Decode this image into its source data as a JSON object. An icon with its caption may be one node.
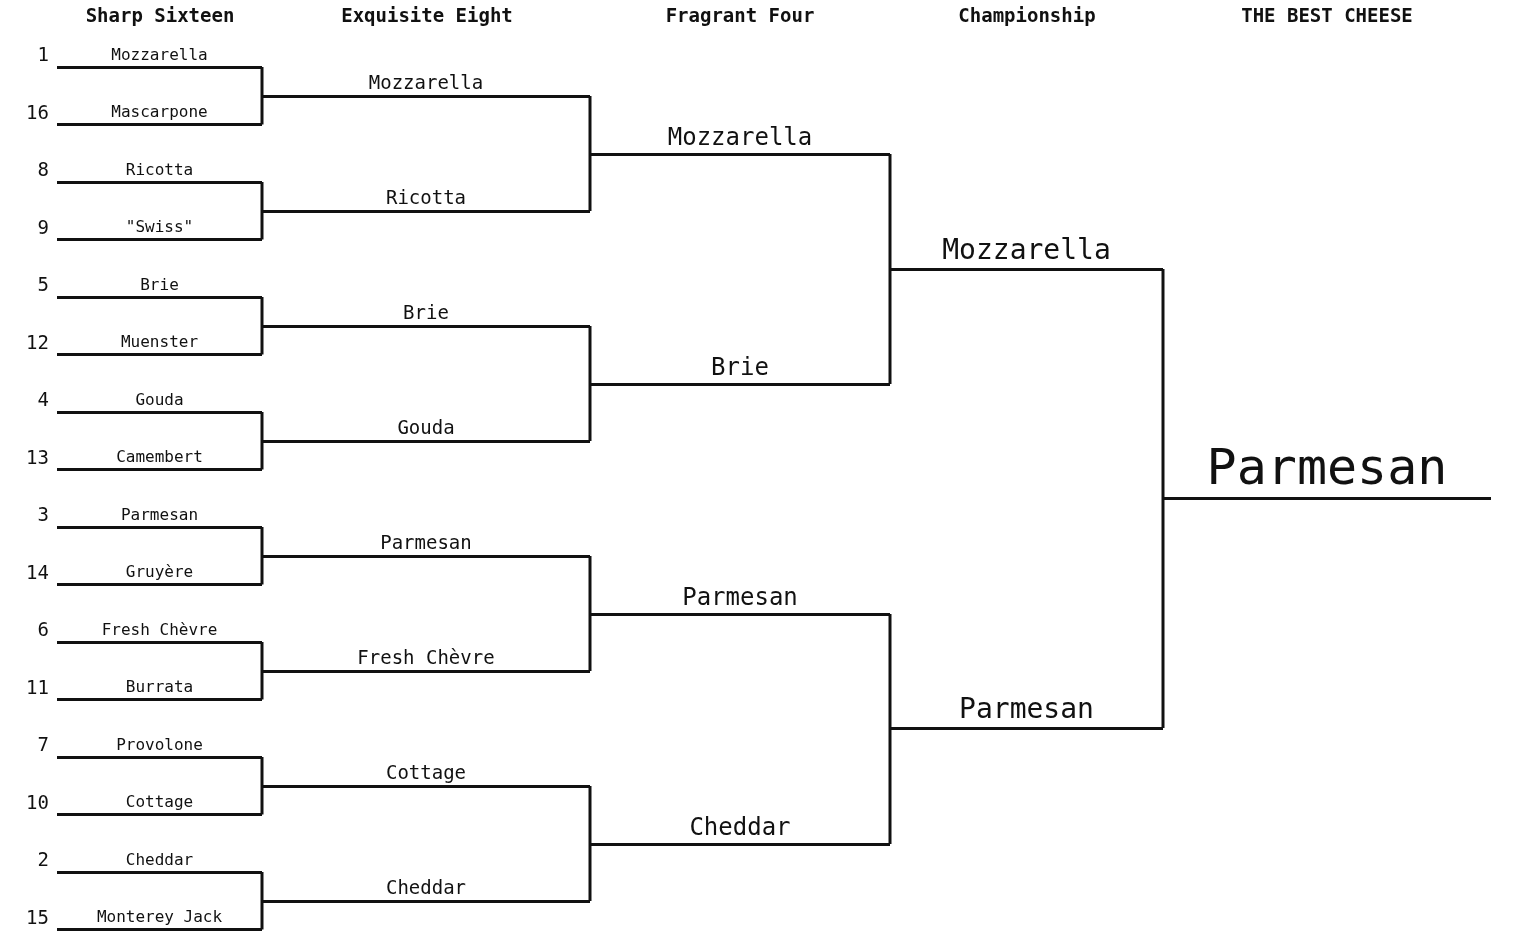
{
  "diagram": {
    "nodes": [
      {
        "text": [
          "Mozzarella"
        ],
        "beside": [
          "1"
        ]
      },
      {
        "text": [
          "Mascarpone"
        ],
        "beside": [
          "16"
        ]
      },
      {
        "text": [
          "Ricotta"
        ],
        "beside": [
          "8"
        ]
      },
      {
        "text": [
          "\"Swiss\""
        ],
        "beside": [
          "9"
        ]
      },
      {
        "text": [
          "Brie"
        ],
        "beside": [
          "5"
        ]
      },
      {
        "text": [
          "Muenster"
        ],
        "beside": [
          "12"
        ]
      },
      {
        "text": [
          "Gouda"
        ],
        "beside": [
          "4"
        ]
      },
      {
        "text": [
          "Camembert"
        ],
        "beside": [
          "13"
        ]
      },
      {
        "text": [
          "Parmesan"
        ],
        "beside": [
          "3"
        ]
      },
      {
        "text": [
          "Gruyère"
        ],
        "beside": [
          "14"
        ]
      },
      {
        "text": [
          "Fresh Chèvre"
        ],
        "beside": [
          "6"
        ]
      },
      {
        "text": [
          "Burrata"
        ],
        "beside": [
          "11"
        ]
      },
      {
        "text": [
          "Provolone"
        ],
        "beside": [
          "7"
        ]
      },
      {
        "text": [
          "Cottage"
        ],
        "beside": [
          "10"
        ]
      },
      {
        "text": [
          "Cheddar"
        ],
        "beside": [
          "2"
        ]
      },
      {
        "text": [
          "Monterey Jack"
        ],
        "beside": [
          "15"
        ]
      },
      {
        "text": [
          "Mozzarella"
        ]
      },
      {
        "text": [
          "Ricotta"
        ]
      },
      {
        "text": [
          "Brie"
        ]
      },
      {
        "text": [
          "Gouda"
        ]
      },
      {
        "text": [
          "Parmesan"
        ]
      },
      {
        "text": [
          "Fresh Chèvre"
        ]
      },
      {
        "text": [
          "Cottage"
        ]
      },
      {
        "text": [
          "Cheddar"
        ]
      },
      {
        "text": [
          "Mozzarella"
        ]
      },
      {
        "text": [
          "Brie"
        ]
      },
      {
        "text": [
          "Parmesan"
        ]
      },
      {
        "text": [
          "Cheddar"
        ]
      },
      {
        "text": [
          "Mozzarella"
        ]
      },
      {
        "text": [
          "Parmesan"
        ]
      },
      {
        "text": [
          "Parmesan"
        ]
      }
    ],
    "edges": [
      {
        "from": 0,
        "to": 16,
        "arrow": "none"
      },
      {
        "from": 1,
        "to": 16,
        "arrow": "none"
      },
      {
        "from": 2,
        "to": 17,
        "arrow": "none"
      },
      {
        "from": 3,
        "to": 17,
        "arrow": "none"
      },
      {
        "from": 4,
        "to": 18,
        "arrow": "none"
      },
      {
        "from": 5,
        "to": 18,
        "arrow": "none"
      },
      {
        "from": 6,
        "to": 19,
        "arrow": "none"
      },
      {
        "from": 7,
        "to": 19,
        "arrow": "none"
      },
      {
        "from": 8,
        "to": 20,
        "arrow": "none"
      },
      {
        "from": 9,
        "to": 20,
        "arrow": "none"
      },
      {
        "from": 10,
        "to": 21,
        "arrow": "none"
      },
      {
        "from": 11,
        "to": 21,
        "arrow": "none"
      },
      {
        "from": 12,
        "to": 22,
        "arrow": "none"
      },
      {
        "from": 13,
        "to": 22,
        "arrow": "none"
      },
      {
        "from": 14,
        "to": 23,
        "arrow": "none"
      },
      {
        "from": 15,
        "to": 23,
        "arrow": "none"
      },
      {
        "from": 16,
        "to": 24,
        "arrow": "none"
      },
      {
        "from": 17,
        "to": 24,
        "arrow": "none"
      },
      {
        "from": 18,
        "to": 25,
        "arrow": "none"
      },
      {
        "from": 19,
        "to": 25,
        "arrow": "none"
      },
      {
        "from": 20,
        "to": 26,
        "arrow": "none"
      },
      {
        "from": 21,
        "to": 26,
        "arrow": "none"
      },
      {
        "from": 22,
        "to": 27,
        "arrow": "none"
      },
      {
        "from": 23,
        "to": 27,
        "arrow": "none"
      },
      {
        "from": 24,
        "to": 28,
        "arrow": "none"
      },
      {
        "from": 25,
        "to": 28,
        "arrow": "none"
      },
      {
        "from": 26,
        "to": 29,
        "arrow": "none"
      },
      {
        "from": 27,
        "to": 29,
        "arrow": "none"
      },
      {
        "from": 28,
        "to": 30,
        "arrow": "none"
      },
      {
        "from": 29,
        "to": 30,
        "arrow": "none"
      }
    ],
    "labels": [
      "Sharp Sixteen",
      "Exquisite Eight",
      "Fragrant Four",
      "Championship",
      "THE BEST CHEESE"
    ]
  }
}
